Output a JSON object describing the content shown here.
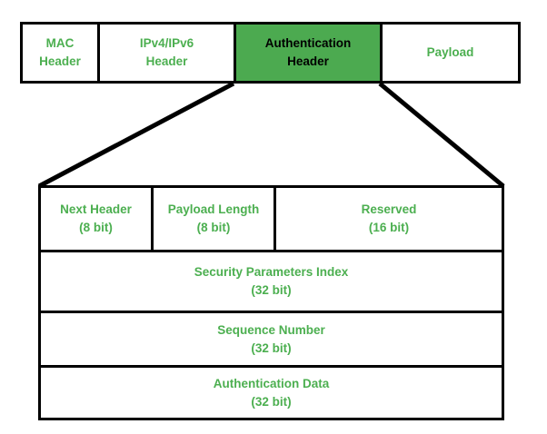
{
  "colors": {
    "accent_green": "#4CAF50",
    "highlight_fill": "#4CAA50",
    "outline": "#000000",
    "background": "#ffffff",
    "highlight_text": "#000000"
  },
  "packet_row": {
    "cells": [
      {
        "line1": "MAC",
        "line2": "Header",
        "highlighted": false
      },
      {
        "line1": "IPv4/IPv6",
        "line2": "Header",
        "highlighted": false
      },
      {
        "line1": "Authentication",
        "line2": "Header",
        "highlighted": true
      },
      {
        "line1": "Payload",
        "line2": "",
        "highlighted": false
      }
    ]
  },
  "detail_table": {
    "rows": [
      {
        "cells": [
          {
            "label": "Next Header",
            "bits": "(8 bit)"
          },
          {
            "label": "Payload Length",
            "bits": "(8 bit)"
          },
          {
            "label": "Reserved",
            "bits": "(16 bit)"
          }
        ]
      },
      {
        "cells": [
          {
            "label": "Security Parameters Index",
            "bits": "(32 bit)"
          }
        ]
      },
      {
        "cells": [
          {
            "label": "Sequence Number",
            "bits": "(32 bit)"
          }
        ]
      },
      {
        "cells": [
          {
            "label": "Authentication Data",
            "bits": "(32 bit)"
          }
        ]
      }
    ]
  }
}
